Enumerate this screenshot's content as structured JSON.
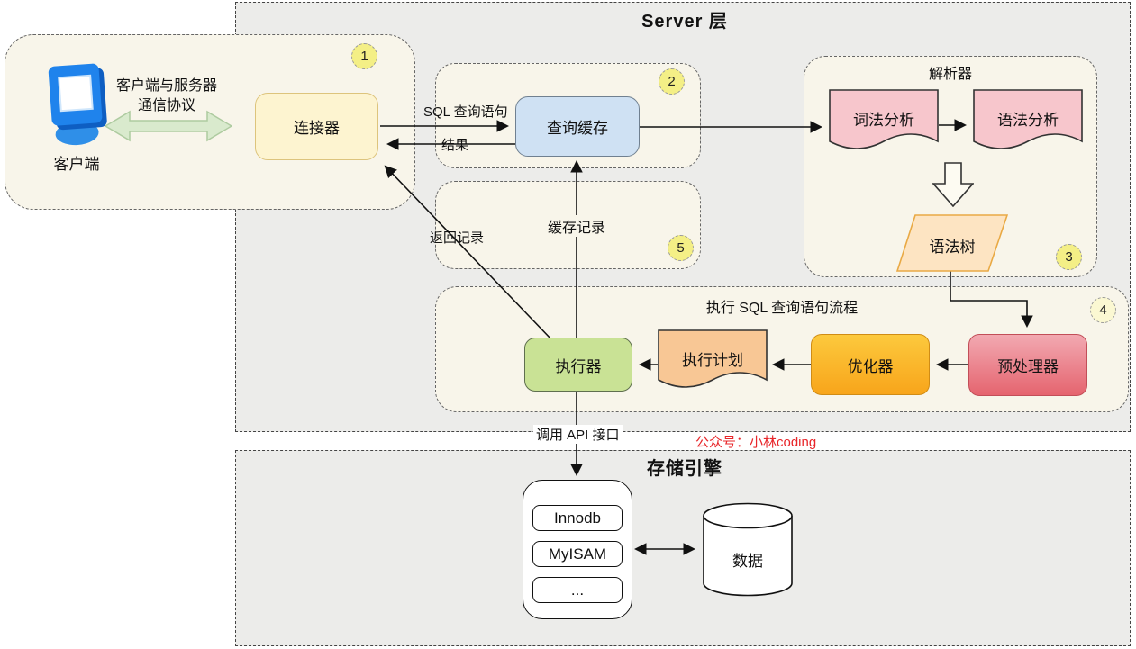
{
  "titles": {
    "server": "Server 层",
    "storage": "存储引擎"
  },
  "client_area": {
    "badge": "1",
    "client_label": "客户端",
    "protocol_line1": "客户端与服务器",
    "protocol_line2": "通信协议",
    "connector": "连接器"
  },
  "query_cache_area": {
    "badge": "2",
    "node": "查询缓存"
  },
  "parser_area": {
    "title": "解析器",
    "badge": "3",
    "lexical": "词法分析",
    "syntax": "语法分析",
    "syntax_tree": "语法树"
  },
  "cache_record_area": {
    "badge": "5",
    "label": "缓存记录"
  },
  "exec_area": {
    "title": "执行 SQL 查询语句流程",
    "badge": "4",
    "executor": "执行器",
    "exec_plan": "执行计划",
    "optimizer": "优化器",
    "preprocessor": "预处理器"
  },
  "edge_labels": {
    "sql_query": "SQL 查询语句",
    "result": "结果",
    "return_record": "返回记录",
    "call_api": "调用 API 接口"
  },
  "watermark": "公众号：小林coding",
  "storage_area": {
    "engines": [
      "Innodb",
      "MyISAM",
      "..."
    ],
    "data": "数据"
  },
  "colors": {
    "zone_fill": "#ececea",
    "panel_fill": "#f8f5ea",
    "badge_yellow": "#f4ef86",
    "watermark_red": "#e8262a",
    "cache_blue": "#cfe1f3",
    "connector_yellow": "#fdf4d0",
    "executor_green": "#c9e295",
    "optimizer_orange": "#f8a51b",
    "preprocessor_red": "#e5646f"
  }
}
